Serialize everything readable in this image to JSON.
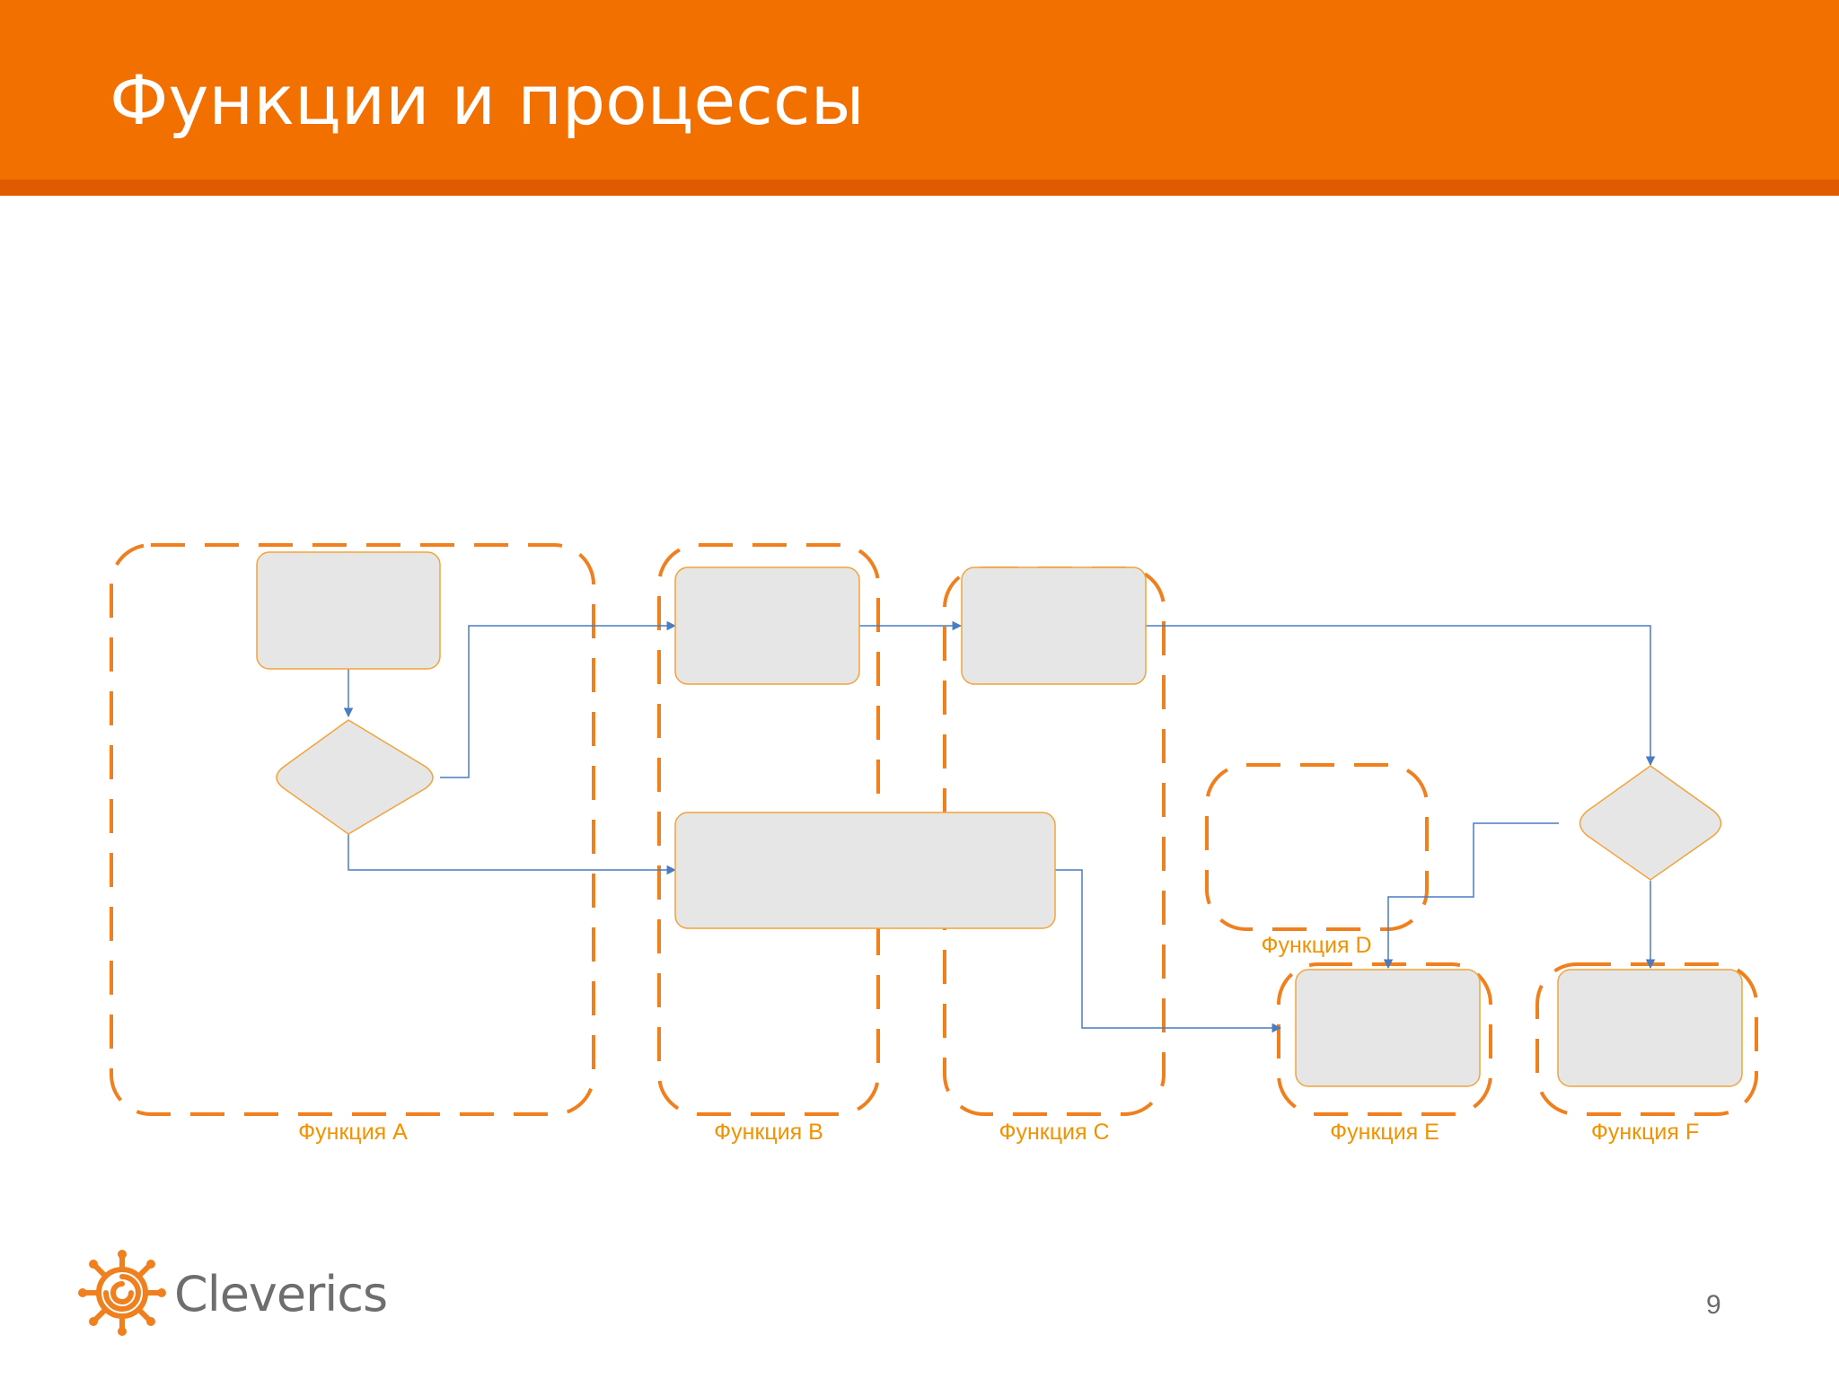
{
  "slide": {
    "title": "Функции и процессы",
    "page_number": "9"
  },
  "logo": {
    "wordmark": "Cleverics"
  },
  "diagram": {
    "functions": [
      {
        "id": "A",
        "label": "Функция A"
      },
      {
        "id": "B",
        "label": "Функция B"
      },
      {
        "id": "C",
        "label": "Функция C"
      },
      {
        "id": "D",
        "label": "Функция D"
      },
      {
        "id": "E",
        "label": "Функция E"
      },
      {
        "id": "F",
        "label": "Функция F"
      }
    ],
    "colors": {
      "header": "#f27000",
      "header_rule": "#e05a00",
      "function_border": "#f07f1e",
      "label": "#f39200",
      "shape_fill": "#e6e6e6",
      "shape_border": "#f3a33a",
      "connector": "#4a7cc2"
    }
  }
}
